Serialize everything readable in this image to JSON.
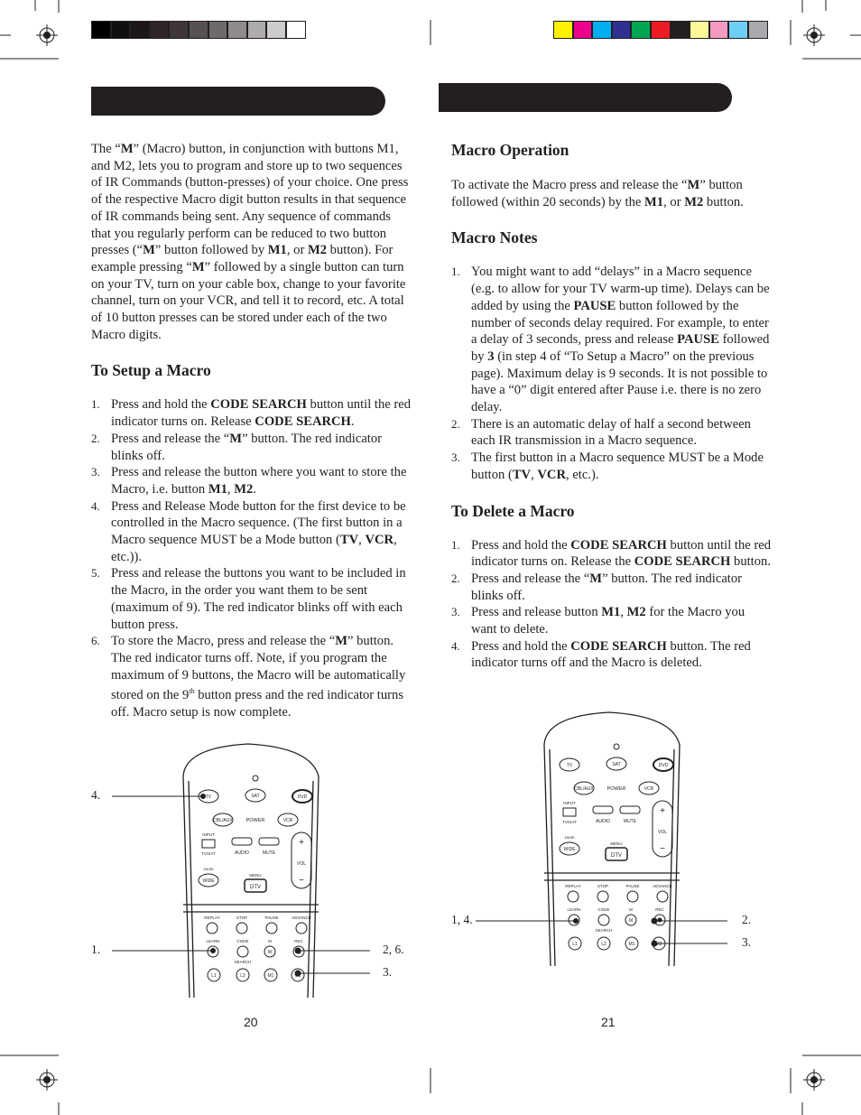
{
  "colors": {
    "left_swatches": [
      "#000000",
      "#0f0f0f",
      "#1e1717",
      "#2e2626",
      "#3f3737",
      "#575151",
      "#6f6a6a",
      "#8f8b8b",
      "#aeabab",
      "#cdcbcb",
      "#ffffff"
    ],
    "right_swatches": [
      "#fff200",
      "#ec008c",
      "#00aeef",
      "#2e3192",
      "#00a651",
      "#ed1c24",
      "#231f20",
      "#fff799",
      "#f49ac1",
      "#6dcff6",
      "#a7a9ac"
    ],
    "header_bar": "#231f20",
    "text": "#231f20"
  },
  "left": {
    "intro": [
      {
        "t": "The “"
      },
      {
        "b": "M"
      },
      {
        "t": "” (Macro) button, in conjunction with buttons M1, and M2, lets you to program and store up to two sequences of IR Commands (button-presses) of your choice.  One press of the respective Macro digit button results in that sequence of IR commands being sent. Any sequence of commands that you regularly perform can be reduced to two button presses (“"
      },
      {
        "b": "M"
      },
      {
        "t": "” button followed by "
      },
      {
        "b": "M1"
      },
      {
        "t": ", or "
      },
      {
        "b": "M2"
      },
      {
        "t": " button).  For example pressing “"
      },
      {
        "b": "M"
      },
      {
        "t": "” followed by a single button can turn on your TV, turn on your cable box, change to your favorite channel, turn on your VCR, and tell it to record, etc. A total of 10 button presses can be stored under each of the two Macro digits."
      }
    ],
    "setup_heading": "To Setup a Macro",
    "setup_steps": [
      {
        "num": "1.",
        "parts": [
          {
            "t": "Press and hold the "
          },
          {
            "b": "CODE SEARCH"
          },
          {
            "t": " button until the red indicator turns on. Release "
          },
          {
            "b": "CODE SEARCH"
          },
          {
            "t": "."
          }
        ]
      },
      {
        "num": "2.",
        "parts": [
          {
            "t": "Press and release the “"
          },
          {
            "b": "M"
          },
          {
            "t": "” button.  The red indicator blinks off."
          }
        ]
      },
      {
        "num": "3.",
        "parts": [
          {
            "t": "Press and release the button where you want to store the Macro, i.e. button "
          },
          {
            "b": "M1"
          },
          {
            "t": ", "
          },
          {
            "b": "M2"
          },
          {
            "t": "."
          }
        ]
      },
      {
        "num": "4.",
        "parts": [
          {
            "t": "Press and Release Mode button for the first device to be controlled in the Macro sequence. (The first button in a Macro sequence MUST be a Mode button ("
          },
          {
            "b": "TV"
          },
          {
            "t": ", "
          },
          {
            "b": "VCR"
          },
          {
            "t": ", etc.))."
          }
        ]
      },
      {
        "num": "5.",
        "parts": [
          {
            "t": "Press and release the buttons you want to be included in the Macro, in the order you want them to be sent (maximum of 9).  The red indicator blinks off with each button press."
          }
        ]
      },
      {
        "num": "6.",
        "parts": [
          {
            "t": "To store the Macro, press and release the “"
          },
          {
            "b": "M"
          },
          {
            "t": "” button. The red indicator turns off.  Note, if you program the maximum of 9 buttons, the Macro will be automatically stored on the 9"
          },
          {
            "sup": "th"
          },
          {
            "t": " button press and the red indicator turns off. Macro setup is now complete."
          }
        ]
      }
    ],
    "callouts": {
      "c4": "4.",
      "c1": "1.",
      "c26": "2, 6.",
      "c3": "3."
    },
    "page_number": "20"
  },
  "right": {
    "operation_heading": "Macro Operation",
    "operation_text": [
      {
        "t": "To activate the Macro press and release the “"
      },
      {
        "b": "M"
      },
      {
        "t": "” button followed (within 20 seconds) by the "
      },
      {
        "b": "M1"
      },
      {
        "t": ", or "
      },
      {
        "b": "M2"
      },
      {
        "t": " button."
      }
    ],
    "notes_heading": "Macro  Notes",
    "notes": [
      {
        "num": "1.",
        "parts": [
          {
            "t": "You might want to add “delays” in a Macro sequence (e.g. to allow for your TV warm-up time). Delays can be added by using the "
          },
          {
            "b": "PAUSE"
          },
          {
            "t": " button followed by the number of seconds delay required. For example, to enter a delay of 3 seconds, press and release "
          },
          {
            "b": "PAUSE"
          },
          {
            "t": " followed by "
          },
          {
            "b": "3"
          },
          {
            "t": " (in step 4 of “To Setup a Macro” on the previous page).  Maximum delay is 9 seconds.  It is not possible to have a “0” digit entered after Pause i.e. there is no zero delay."
          }
        ]
      },
      {
        "num": "2.",
        "parts": [
          {
            "t": "There is an automatic delay of half a second between each IR transmission in a Macro sequence."
          }
        ]
      },
      {
        "num": "3.",
        "parts": [
          {
            "t": "The first button in a Macro sequence MUST be a Mode button ("
          },
          {
            "b": "TV"
          },
          {
            "t": ", "
          },
          {
            "b": "VCR"
          },
          {
            "t": ", etc.)."
          }
        ]
      }
    ],
    "delete_heading": "To Delete a Macro",
    "delete_steps": [
      {
        "num": "1.",
        "parts": [
          {
            "t": "Press and hold the "
          },
          {
            "b": "CODE SEARCH"
          },
          {
            "t": " button until the red indicator turns on. Release the "
          },
          {
            "b": "CODE SEARCH"
          },
          {
            "t": " button."
          }
        ]
      },
      {
        "num": "2.",
        "parts": [
          {
            "t": "Press and release the “"
          },
          {
            "b": "M"
          },
          {
            "t": "” button.  The red indicator blinks off."
          }
        ]
      },
      {
        "num": "3.",
        "parts": [
          {
            "t": "Press and release button "
          },
          {
            "b": "M1"
          },
          {
            "t": ", "
          },
          {
            "b": "M2"
          },
          {
            "t": " for the Macro you want to delete."
          }
        ]
      },
      {
        "num": "4.",
        "parts": [
          {
            "t": "Press and hold the "
          },
          {
            "b": "CODE SEARCH"
          },
          {
            "t": " button.  The red indicator turns off and the Macro is deleted."
          }
        ]
      }
    ],
    "callouts": {
      "c14": "1, 4.",
      "c2": "2.",
      "c3": "3."
    },
    "page_number": "21"
  },
  "remote_labels": {
    "tv": "TV",
    "sat": "SAT",
    "dvd": "DVD",
    "cblaux": "CBL/AUX",
    "power": "POWER",
    "vcr": "VCR",
    "input": "INPUT",
    "tvsat": "TV/SAT",
    "zoom": "zoom",
    "wide": "WIDE",
    "audio": "AUDIO",
    "mute": "MUTE",
    "menu": "MENU",
    "dtv": "DTV",
    "vol": "VOL",
    "plus": "+",
    "minus": "−",
    "replay": "REPLAY",
    "stop": "STOP",
    "pause": "PAUSE",
    "advance": "ADVANCE",
    "learn": "LEARN",
    "code": "CODE",
    "search": "SEARCH",
    "m": "M",
    "rec": "REC",
    "l1": "L1",
    "l2": "L2",
    "m1": "M1",
    "m2": "M2"
  }
}
